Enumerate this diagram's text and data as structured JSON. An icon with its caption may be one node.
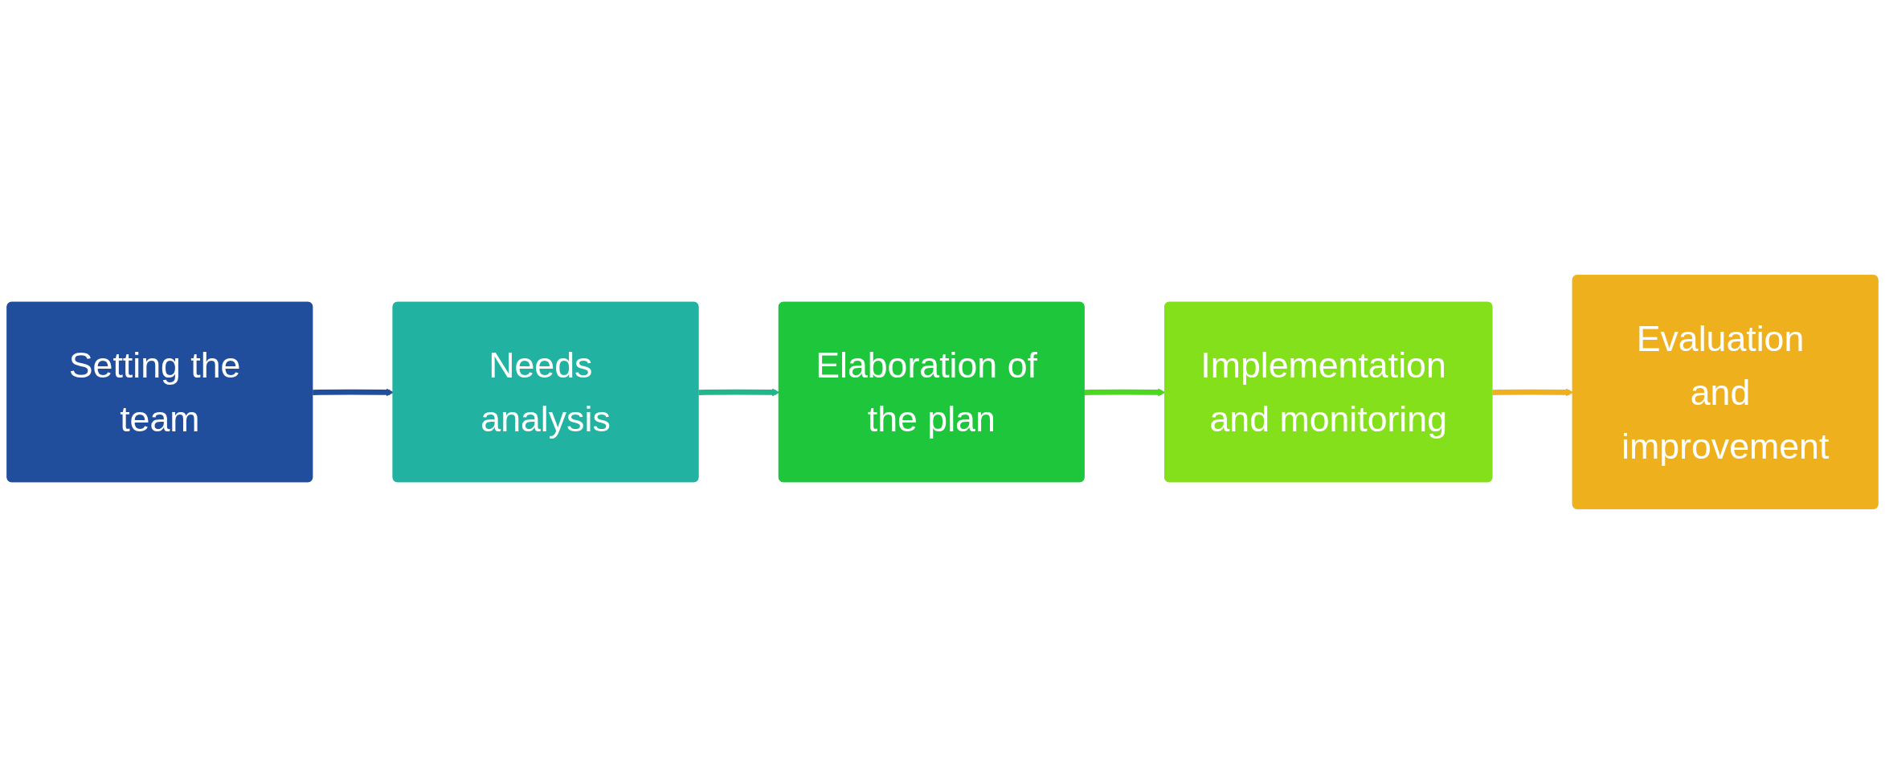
{
  "diagram": {
    "nodes": [
      {
        "text": [
          "Setting the team"
        ]
      },
      {
        "text": [
          "Needs analysis"
        ]
      },
      {
        "text": [
          "Elaboration of the plan"
        ]
      },
      {
        "text": [
          "Implementation and monitoring"
        ]
      },
      {
        "text": [
          "Evaluation and improvement"
        ]
      }
    ],
    "edges": [
      {
        "from": 0,
        "to": 1,
        "arrow": "to",
        "color": "#214e9c"
      },
      {
        "from": 1,
        "to": 2,
        "arrow": "to",
        "color": "#22b68c"
      },
      {
        "from": 2,
        "to": 3,
        "arrow": "to",
        "color": "#4cd820"
      },
      {
        "from": 3,
        "to": 4,
        "arrow": "to",
        "color": "#eeb11d"
      }
    ]
  }
}
